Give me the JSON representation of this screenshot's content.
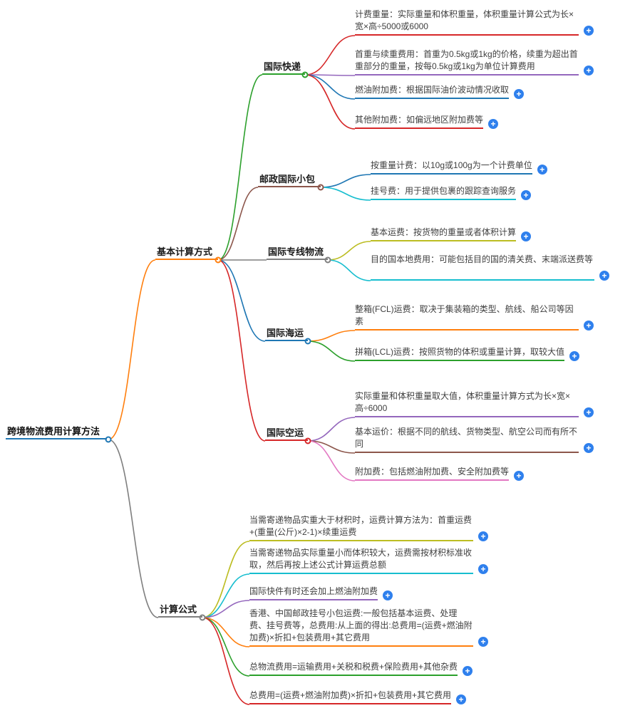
{
  "palette": {
    "blue": "#1f77b4",
    "orange": "#ff7f0e",
    "green": "#2ca02c",
    "red": "#d62728",
    "purple": "#9467bd",
    "brown": "#8c564b",
    "pink": "#e377c2",
    "gray": "#7f7f7f",
    "olive": "#bcbd22",
    "cyan": "#17becf",
    "plus_button": "#2f80ed"
  },
  "icons": {
    "plus": "+"
  },
  "nodes": {
    "root": {
      "label": "跨境物流费用计算方法",
      "color": "#1f77b4"
    },
    "b1": {
      "label": "基本计算方式",
      "color": "#ff7f0e"
    },
    "b2": {
      "label": "计算公式",
      "color": "#7f7f7f"
    },
    "c1": {
      "label": "国际快递",
      "color": "#2ca02c"
    },
    "c1l1": {
      "label": "计费重量：实际重量和体积重量，体积重量计算公式为长×宽×高÷5000或6000",
      "color": "#d62728"
    },
    "c1l2": {
      "label": "首重与续重费用：首重为0.5kg或1kg的价格，续重为超出首重部分的重量，按每0.5kg或1kg为单位计算费用",
      "color": "#9467bd"
    },
    "c1l3": {
      "label": "燃油附加费：根据国际油价波动情况收取",
      "color": "#1f77b4"
    },
    "c1l4": {
      "label": "其他附加费：如偏远地区附加费等",
      "color": "#d62728"
    },
    "c2": {
      "label": "邮政国际小包",
      "color": "#8c564b"
    },
    "c2l1": {
      "label": "按重量计费：以10g或100g为一个计费单位",
      "color": "#1f77b4"
    },
    "c2l2": {
      "label": "挂号费：用于提供包裹的跟踪查询服务",
      "color": "#17becf"
    },
    "c3": {
      "label": "国际专线物流",
      "color": "#7f7f7f"
    },
    "c3l1": {
      "label": "基本运费：按货物的重量或者体积计算",
      "color": "#bcbd22"
    },
    "c3l2": {
      "label": "目的国本地费用：可能包括目的国的清关费、末端派送费等",
      "color": "#17becf"
    },
    "c4": {
      "label": "国际海运",
      "color": "#1f77b4"
    },
    "c4l1": {
      "label": "整箱(FCL)运费：取决于集装箱的类型、航线、船公司等因素",
      "color": "#ff7f0e"
    },
    "c4l2": {
      "label": "拼箱(LCL)运费：按照货物的体积或重量计算，取较大值",
      "color": "#2ca02c"
    },
    "c5": {
      "label": "国际空运",
      "color": "#d62728"
    },
    "c5l1": {
      "label": "实际重量和体积重量取大值，体积重量计算方式为长×宽×高÷6000",
      "color": "#9467bd"
    },
    "c5l2": {
      "label": "基本运价：根据不同的航线、货物类型、航空公司而有所不同",
      "color": "#8c564b"
    },
    "c5l3": {
      "label": "附加费：包括燃油附加费、安全附加费等",
      "color": "#e377c2"
    },
    "b2l1": {
      "label": "当需寄递物品实重大于材积时，运费计算方法为：首重运费+(重量(公斤)×2-1)×续重运费",
      "color": "#bcbd22"
    },
    "b2l2": {
      "label": "当需寄递物品实际重量小而体积较大，运费需按材积标准收取，然后再按上述公式计算运费总额",
      "color": "#17becf"
    },
    "b2l3": {
      "label": "国际快件有时还会加上燃油附加费",
      "color": "#9467bd"
    },
    "b2l4": {
      "label": "香港、中国邮政挂号小包运费:一般包括基本运费、处理费、挂号费等，总费用:从上面的得出:总费用=(运费+燃油附加费)×折扣+包装费用+其它费用",
      "color": "#ff7f0e"
    },
    "b2l5": {
      "label": "总物流费用=运输费用+关税和税费+保险费用+其他杂费",
      "color": "#2ca02c"
    },
    "b2l6": {
      "label": "总费用=(运费+燃油附加费)×折扣+包装费用+其它费用",
      "color": "#d62728"
    }
  }
}
